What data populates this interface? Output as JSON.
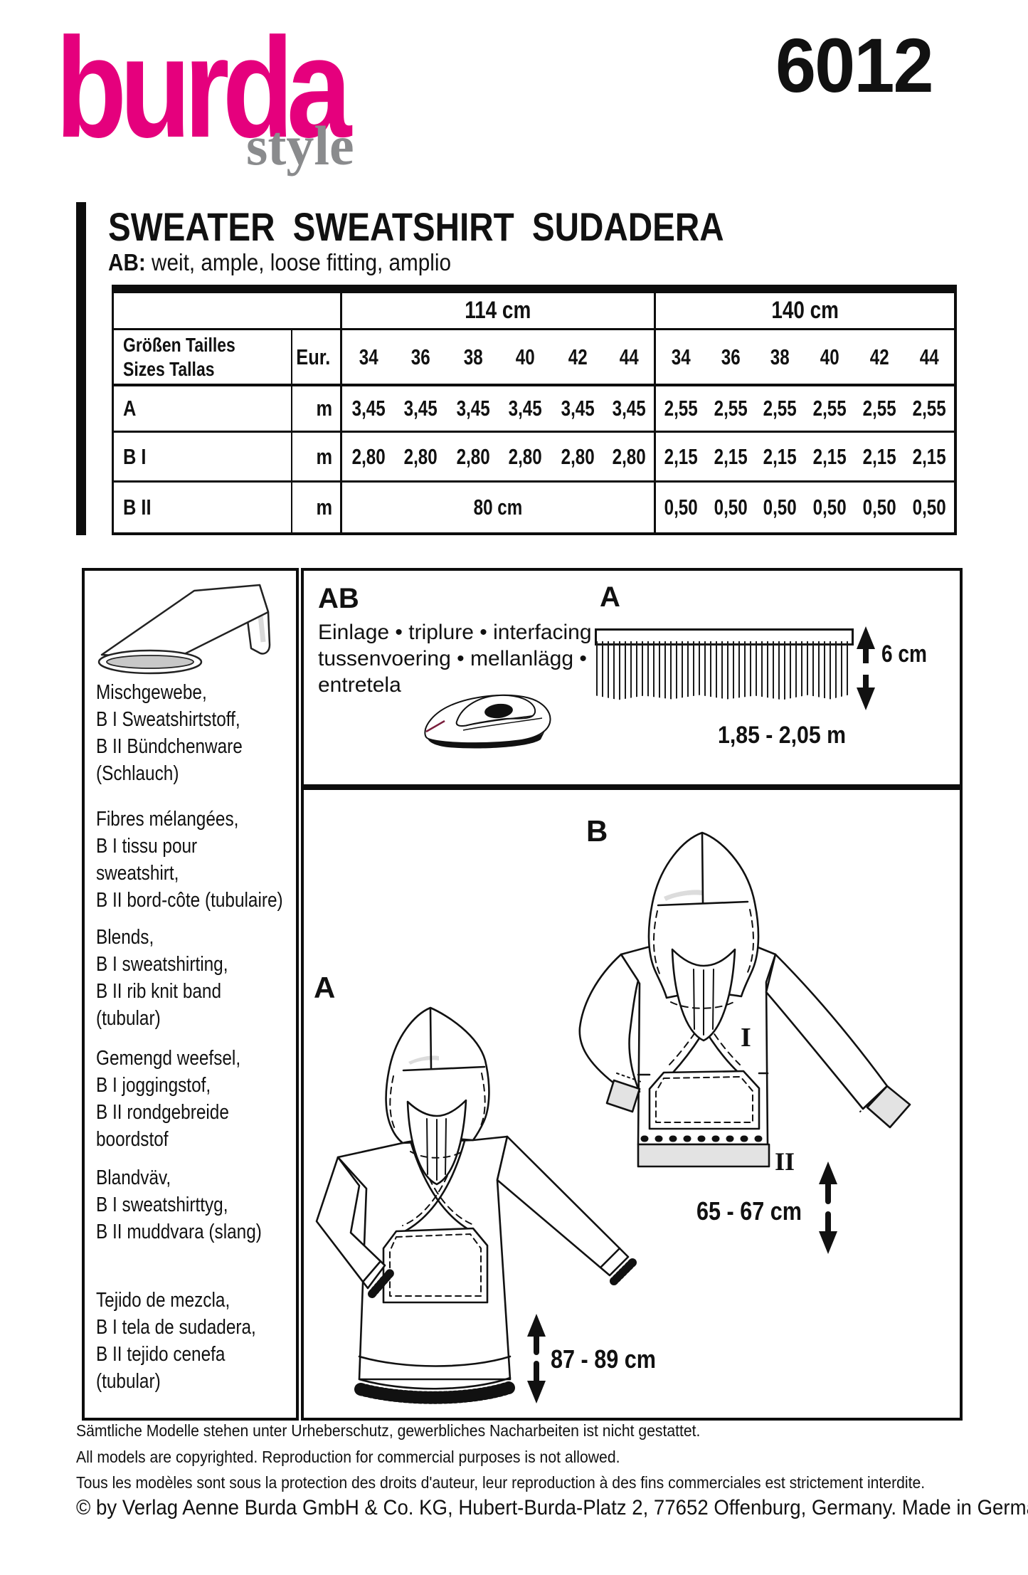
{
  "header": {
    "logo_main": "burda",
    "logo_sub": "style",
    "pattern_number": "6012",
    "brand_color": "#e5007d",
    "logo_sub_color": "#8a8b8d"
  },
  "title_block": {
    "title": "SWEATER  SWEATSHIRT  SUDADERA",
    "subtitle_label": "AB:",
    "subtitle_text": "weit, ample, loose fitting, amplio"
  },
  "size_table": {
    "width_groups": [
      "114 cm",
      "140 cm"
    ],
    "label_header_line1": "Größen  Tailles",
    "label_header_line2": "Sizes  Tallas",
    "unit_header": "Eur.",
    "sizes": [
      "34",
      "36",
      "38",
      "40",
      "42",
      "44"
    ],
    "rows": [
      {
        "label": "A",
        "unit": "m",
        "v114": [
          "3,45",
          "3,45",
          "3,45",
          "3,45",
          "3,45",
          "3,45"
        ],
        "v140": [
          "2,55",
          "2,55",
          "2,55",
          "2,55",
          "2,55",
          "2,55"
        ]
      },
      {
        "label": "B I",
        "unit": "m",
        "v114": [
          "2,80",
          "2,80",
          "2,80",
          "2,80",
          "2,80",
          "2,80"
        ],
        "v140": [
          "2,15",
          "2,15",
          "2,15",
          "2,15",
          "2,15",
          "2,15"
        ]
      },
      {
        "label": "B II",
        "unit": "m",
        "v114_merged": "80 cm",
        "v140": [
          "0,50",
          "0,50",
          "0,50",
          "0,50",
          "0,50",
          "0,50"
        ]
      }
    ]
  },
  "fabric_panel": {
    "blocks": [
      {
        "lines": [
          "Mischgewebe,",
          "B I Sweatshirtstoff,",
          "B II Bündchenware",
          "(Schlauch)"
        ]
      },
      {
        "lines": [
          "Fibres mélangées,",
          "B I tissu pour",
          "sweatshirt,",
          "B II bord-côte (tubulaire)"
        ]
      },
      {
        "lines": [
          "Blends,",
          "B I sweatshirting,",
          "B II rib knit band",
          "(tubular)"
        ]
      },
      {
        "lines": [
          "Gemengd weefsel,",
          "B I joggingstof,",
          "B II rondgebreide",
          "boordstof"
        ]
      },
      {
        "lines": [
          "Blandväv,",
          "B I sweatshirttyg,",
          "B II muddvara (slang)"
        ]
      },
      {
        "lines": [
          "Tejido de mezcla,",
          "B I tela de sudadera,",
          "B II tejido cenefa",
          "(tubular)"
        ]
      }
    ]
  },
  "interfacing_panel": {
    "label": "AB",
    "line1": "Einlage • triplure • interfacing •",
    "line2": "tussenvoering • mellanlägg •",
    "line3": "entretela",
    "view_label": "A",
    "band_height": "6 cm",
    "band_length": "1,85 - 2,05 m"
  },
  "views_panel": {
    "view_a_label": "A",
    "view_b_label": "B",
    "piece_i": "I",
    "piece_ii": "II",
    "length_b": "65 - 67 cm",
    "length_a": "87 - 89 cm"
  },
  "footer": {
    "line_de": "Sämtliche Modelle stehen unter Urheberschutz, gewerbliches Nacharbeiten ist nicht gestattet.",
    "line_en": "All models are copyrighted. Reproduction for commercial purposes is not allowed.",
    "line_fr": "Tous les modèles sont sous la protection des droits d'auteur, leur reproduction à des fins commerciales est strictement interdite.",
    "line_copyright": "© by Verlag Aenne Burda GmbH & Co. KG, Hubert-Burda-Platz 2, 77652 Offenburg, Germany. Made in Germany."
  }
}
